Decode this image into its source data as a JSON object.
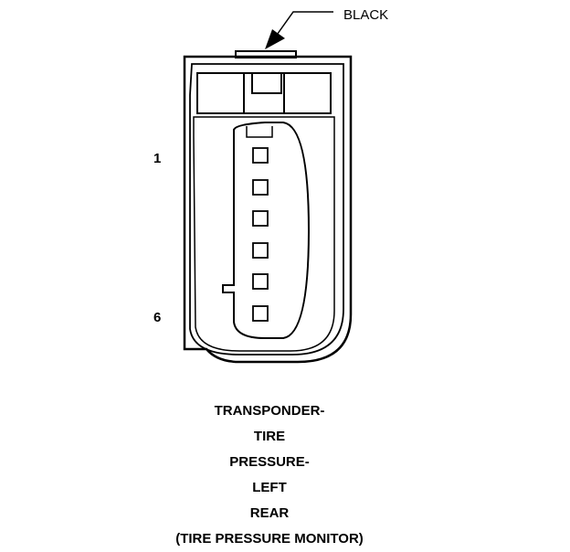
{
  "connector": {
    "color_label": "BLACK",
    "pin_labels": {
      "first": "1",
      "last": "6"
    },
    "cavity_count": 6
  },
  "caption": {
    "lines": [
      "TRANSPONDER-",
      "TIRE",
      "PRESSURE-",
      "LEFT",
      "REAR",
      "(TIRE PRESSURE MONITOR)"
    ]
  },
  "colors": {
    "line": "#000000",
    "background": "#ffffff"
  }
}
